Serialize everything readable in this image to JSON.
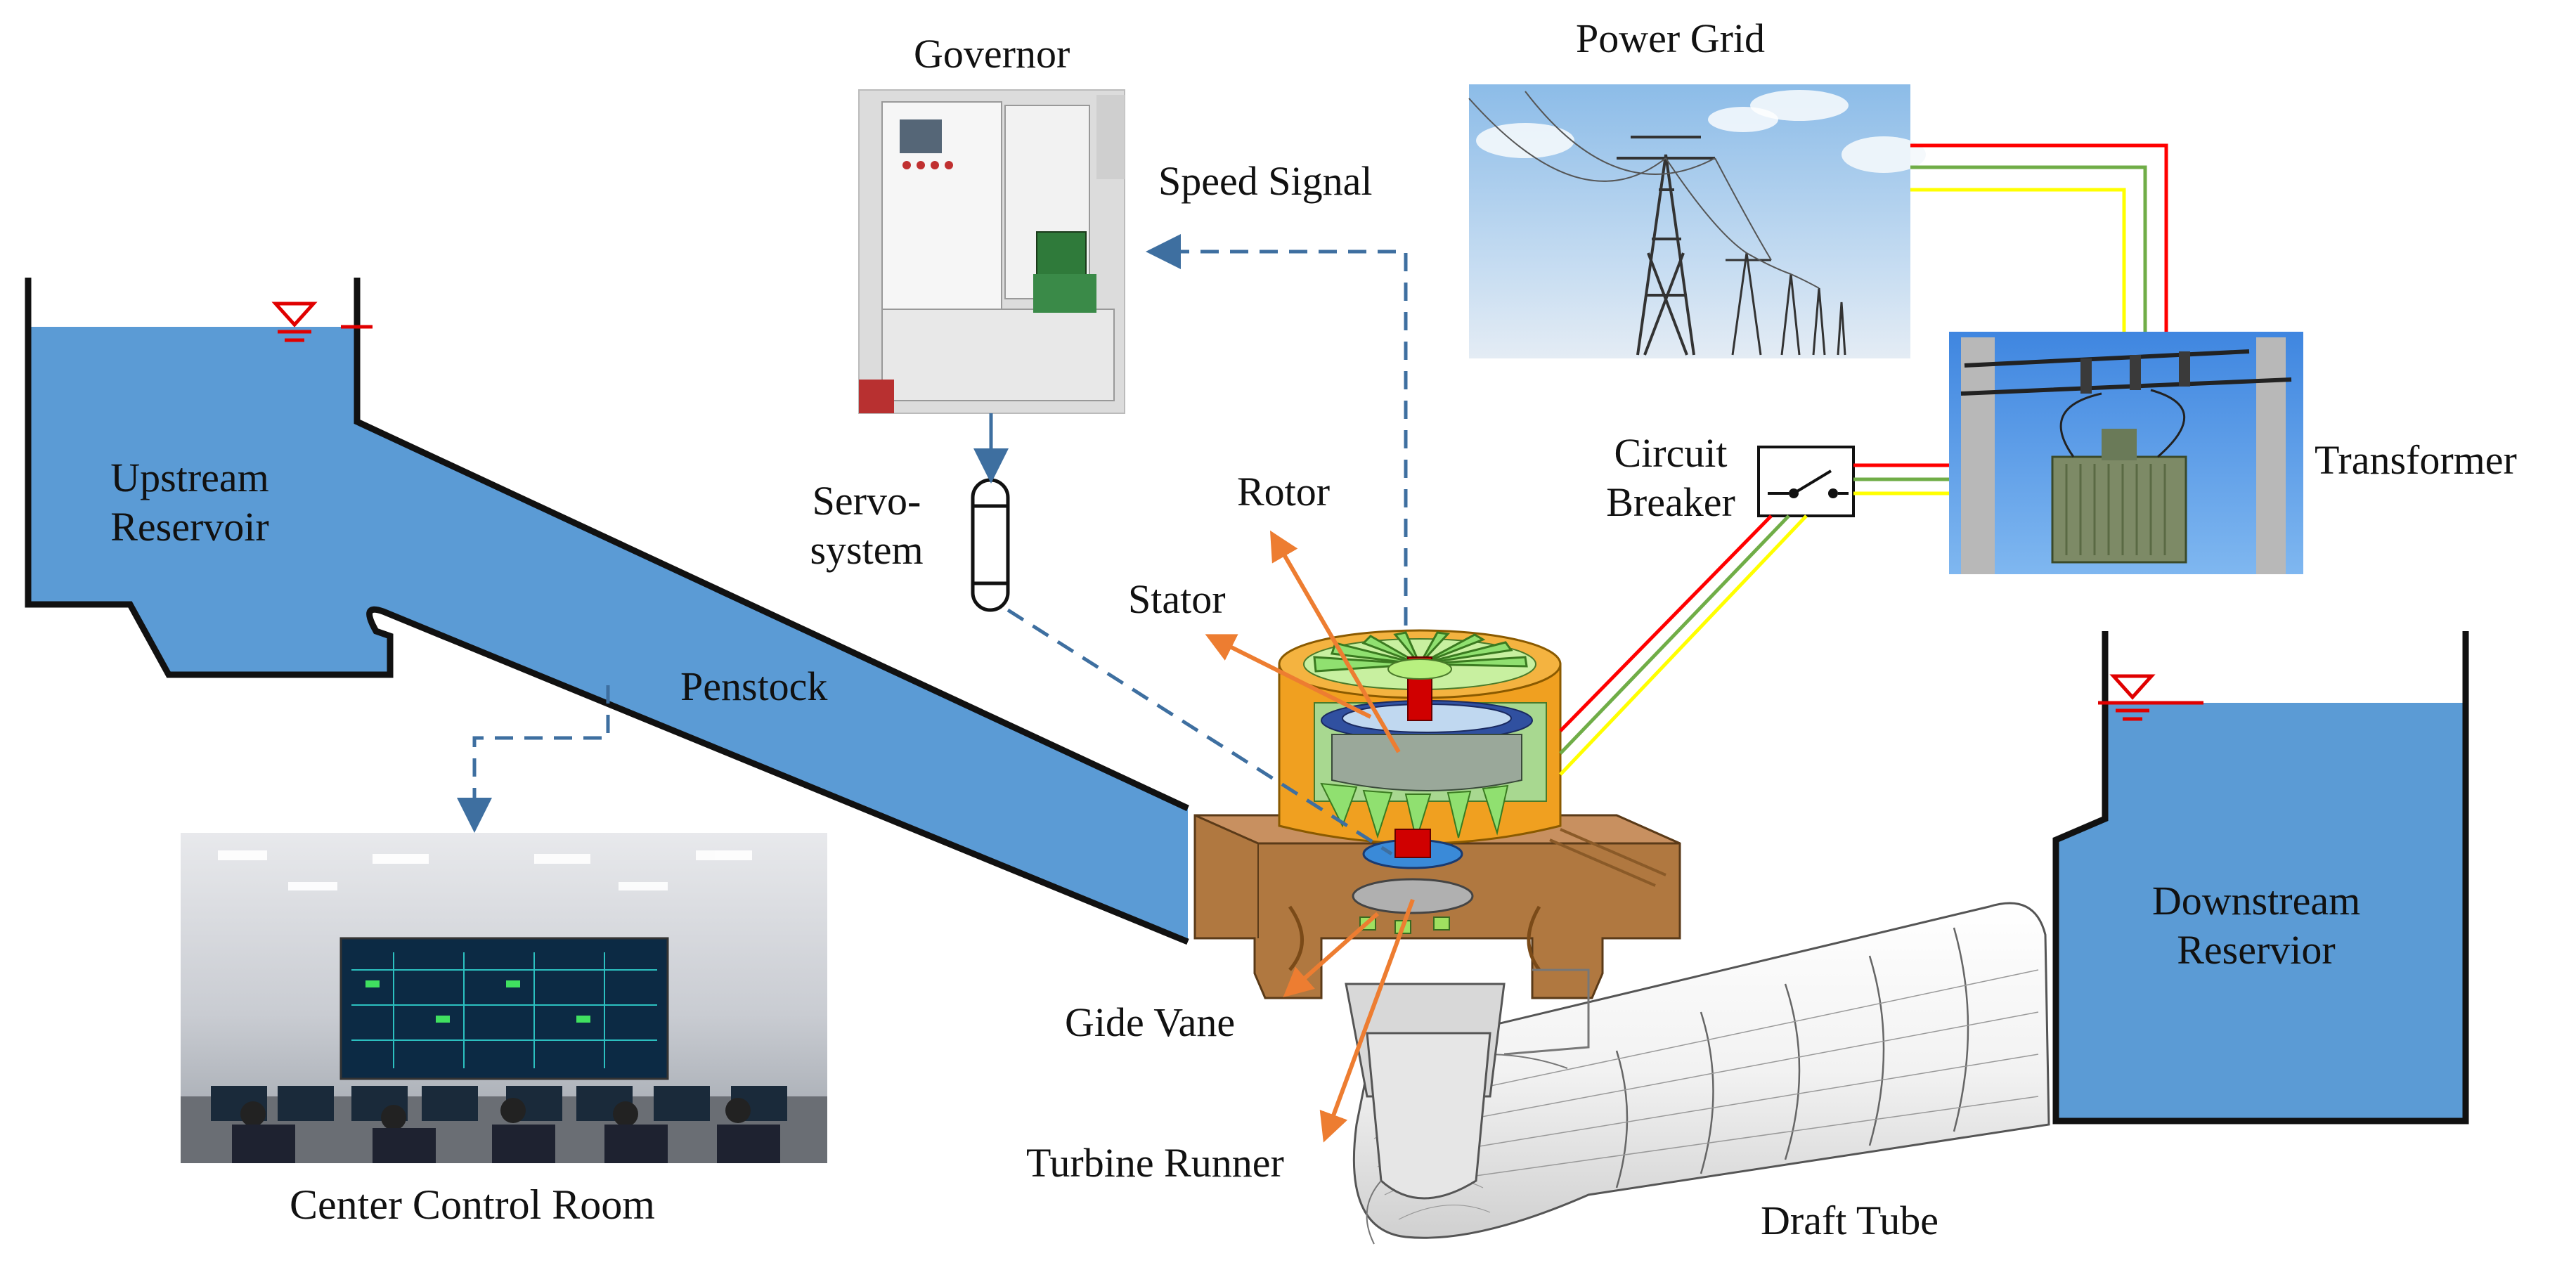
{
  "labels": {
    "governor": "Governor",
    "power_grid": "Power Grid",
    "speed_signal": "Speed Signal",
    "transformer": "Transformer",
    "circuit_breaker_line1": "Circuit",
    "circuit_breaker_line2": "Breaker",
    "rotor": "Rotor",
    "stator": "Stator",
    "servo_line1": "Servo-",
    "servo_line2": "system",
    "upstream_line1": "Upstream",
    "upstream_line2": "Reservoir",
    "penstock": "Penstock",
    "downstream_line1": "Downstream",
    "downstream_line2": "Reservior",
    "gide_vane": "Gide Vane",
    "turbine_runner": "Turbine Runner",
    "center_control_room": "Center Control Room",
    "draft_tube": "Draft Tube"
  },
  "colors": {
    "water": "#5b9bd5",
    "outline": "#111111",
    "signal_line": "#3e6fa0",
    "arrow_orange": "#ed7d31",
    "phase_red": "#ff0000",
    "phase_green": "#70ad47",
    "phase_yellow": "#ffff00",
    "stator_orange": "#f0a020",
    "rotor_green": "#90e070",
    "housing_brown": "#b07840",
    "water_level_red": "#e00000"
  },
  "icons": [
    "water-level-icon",
    "switch-icon",
    "servo-cylinder-icon"
  ]
}
